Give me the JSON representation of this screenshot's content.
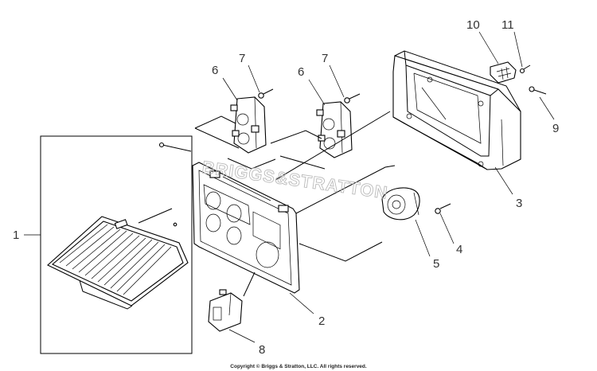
{
  "callouts": {
    "c1": "1",
    "c2": "2",
    "c3": "3",
    "c4": "4",
    "c5": "5",
    "c6a": "6",
    "c6b": "6",
    "c7a": "7",
    "c7b": "7",
    "c8": "8",
    "c9": "9",
    "c10": "10",
    "c11": "11"
  },
  "watermark": "BRIGGS&STRATTON",
  "copyright": "Copyright © Briggs & Stratton, LLC. All rights reserved.",
  "colors": {
    "line": "#000000",
    "callout_text": "#333333",
    "watermark": "#bbbbbb",
    "background": "#ffffff"
  }
}
